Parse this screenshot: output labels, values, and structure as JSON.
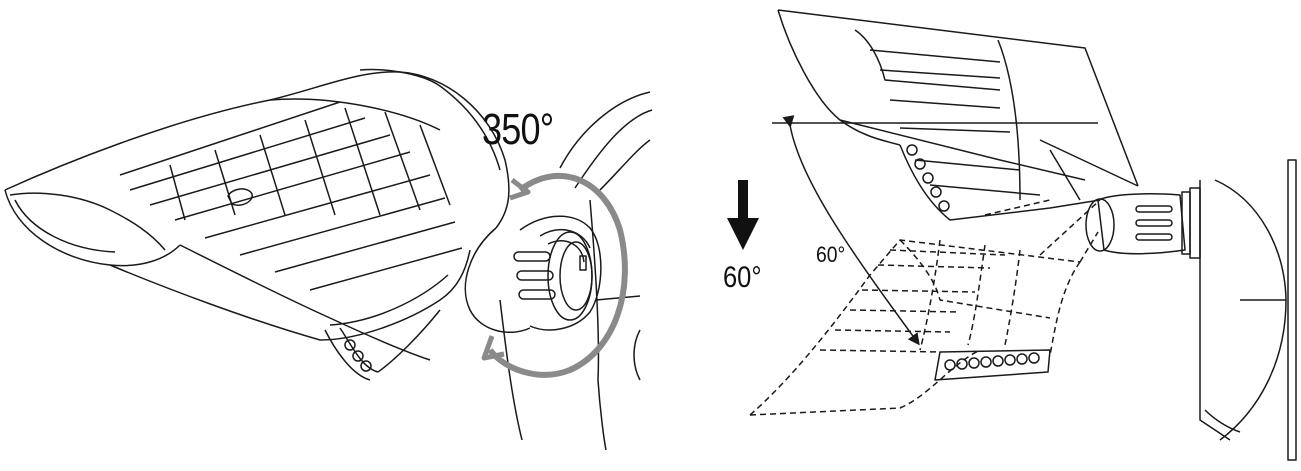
{
  "rotation": {
    "label": "350°",
    "degrees": 350
  },
  "tilt": {
    "arrow_label": "60°",
    "angle_label": "60°",
    "degrees": 60
  },
  "colors": {
    "line": "#1a1a1a",
    "rotation_arrow": "#8a8a8a",
    "background": "#ffffff"
  }
}
